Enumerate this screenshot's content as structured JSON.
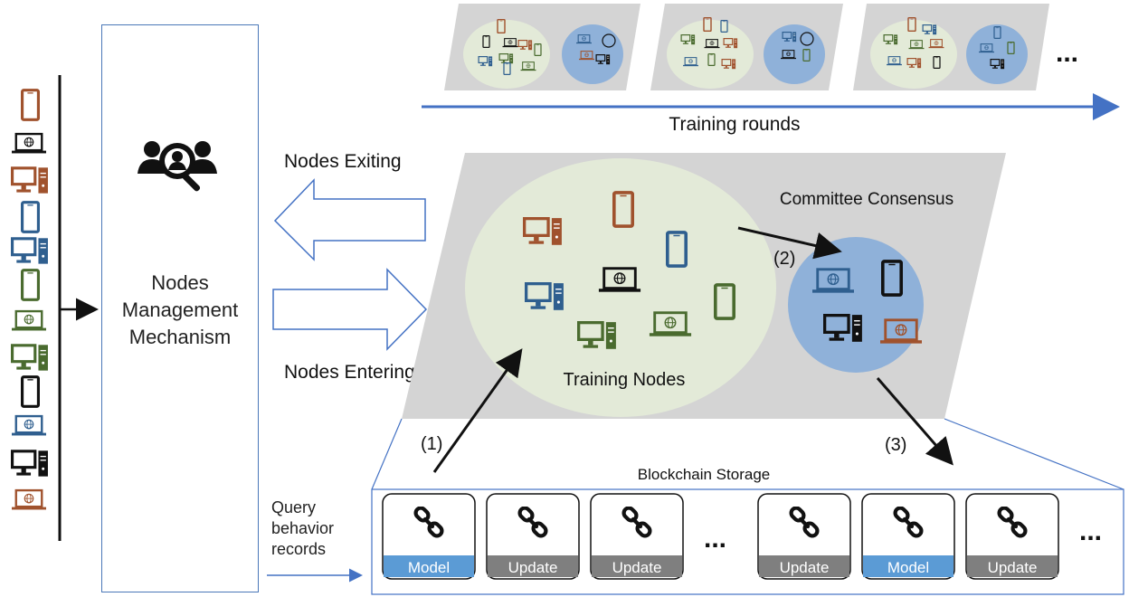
{
  "management": {
    "title_lines": [
      "Nodes",
      "Management",
      "Mechanism"
    ],
    "icon": "user-search-icon"
  },
  "flows": {
    "exiting": "Nodes Exiting",
    "entering": "Nodes Entering",
    "query_lines": [
      "Query",
      "behavior",
      "records"
    ]
  },
  "timeline": {
    "label": "Training rounds",
    "ellipsis": "..."
  },
  "main_panel": {
    "training_label": "Training Nodes",
    "committee_label": "Committee Consensus",
    "step1": "(1)",
    "step2": "(2)",
    "step3": "(3)"
  },
  "blockchain": {
    "title": "Blockchain Storage",
    "blocks": [
      {
        "label": "Model",
        "kind": "model"
      },
      {
        "label": "Update",
        "kind": "update"
      },
      {
        "label": "Update",
        "kind": "update"
      },
      {
        "label": "Update",
        "kind": "update"
      },
      {
        "label": "Model",
        "kind": "model"
      },
      {
        "label": "Update",
        "kind": "update"
      }
    ],
    "ellipsis": "...",
    "block_icon": "chain-link-icon"
  },
  "colors": {
    "brown": "#a0522d",
    "blue": "#2f5f8f",
    "green": "#4a6b2f",
    "black": "#111111",
    "panel_gray": "#d4d4d4",
    "training_green": "#e3ead8",
    "committee_blue": "#8fb1d9",
    "accent_blue": "#4472c4",
    "model_bar": "#5b9bd5",
    "update_bar": "#7f7f7f"
  },
  "device_icons": [
    "phone-icon",
    "laptop-icon",
    "desktop-icon"
  ]
}
